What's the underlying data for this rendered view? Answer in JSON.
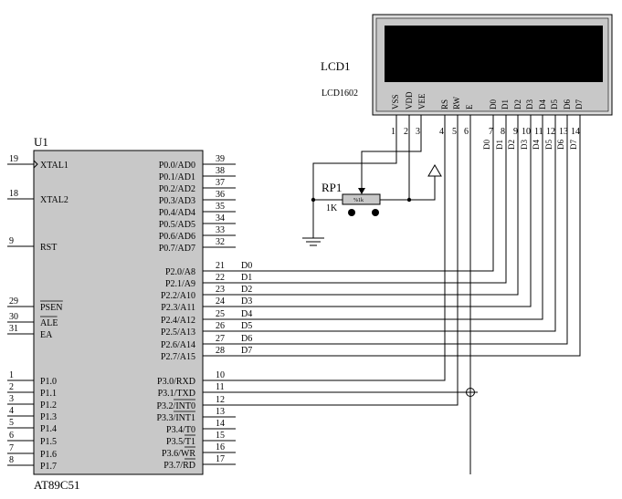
{
  "lcd": {
    "ref": "LCD1",
    "model": "LCD1602",
    "pin_names": [
      "VSS",
      "VDD",
      "VEE",
      "RS",
      "RW",
      "E",
      "D0",
      "D1",
      "D2",
      "D3",
      "D4",
      "D5",
      "D6",
      "D7"
    ],
    "pin_numbers": [
      "1",
      "2",
      "3",
      "4",
      "5",
      "6",
      "7",
      "8",
      "9",
      "10",
      "11",
      "12",
      "13",
      "14"
    ],
    "net_labels": [
      "D0",
      "D1",
      "D2",
      "D3",
      "D4",
      "D5",
      "D6",
      "D7"
    ]
  },
  "pot": {
    "ref": "RP1",
    "value": "1K",
    "body_text": "%1k"
  },
  "mcu": {
    "ref": "U1",
    "model": "AT89C51",
    "left_pins": [
      {
        "num": "19",
        "name": "XTAL1"
      },
      {
        "num": "18",
        "name": "XTAL2"
      },
      {
        "num": "9",
        "name": "RST"
      },
      {
        "num": "29",
        "name": "PSEN"
      },
      {
        "num": "30",
        "name": "ALE"
      },
      {
        "num": "31",
        "name": "EA"
      },
      {
        "num": "1",
        "name": "P1.0"
      },
      {
        "num": "2",
        "name": "P1.1"
      },
      {
        "num": "3",
        "name": "P1.2"
      },
      {
        "num": "4",
        "name": "P1.3"
      },
      {
        "num": "5",
        "name": "P1.4"
      },
      {
        "num": "6",
        "name": "P1.5"
      },
      {
        "num": "7",
        "name": "P1.6"
      },
      {
        "num": "8",
        "name": "P1.7"
      }
    ],
    "right_pins": [
      {
        "num": "39",
        "name": "P0.0/AD0"
      },
      {
        "num": "38",
        "name": "P0.1/AD1"
      },
      {
        "num": "37",
        "name": "P0.2/AD2"
      },
      {
        "num": "36",
        "name": "P0.3/AD3"
      },
      {
        "num": "35",
        "name": "P0.4/AD4"
      },
      {
        "num": "34",
        "name": "P0.5/AD5"
      },
      {
        "num": "33",
        "name": "P0.6/AD6"
      },
      {
        "num": "32",
        "name": "P0.7/AD7"
      },
      {
        "num": "21",
        "name": "P2.0/A8"
      },
      {
        "num": "22",
        "name": "P2.1/A9"
      },
      {
        "num": "23",
        "name": "P2.2/A10"
      },
      {
        "num": "24",
        "name": "P2.3/A11"
      },
      {
        "num": "25",
        "name": "P2.4/A12"
      },
      {
        "num": "26",
        "name": "P2.5/A13"
      },
      {
        "num": "27",
        "name": "P2.6/A14"
      },
      {
        "num": "28",
        "name": "P2.7/A15"
      },
      {
        "num": "10",
        "name": "P3.0/RXD"
      },
      {
        "num": "11",
        "name": "P3.1/TXD"
      },
      {
        "num": "12",
        "name": "P3.2/INT0"
      },
      {
        "num": "13",
        "name": "P3.3/INT1"
      },
      {
        "num": "14",
        "name": "P3.4/T0"
      },
      {
        "num": "15",
        "name": "P3.5/T1"
      },
      {
        "num": "16",
        "name": "P3.6/WR"
      },
      {
        "num": "17",
        "name": "P3.7/RD"
      }
    ],
    "bus_labels": [
      "D0",
      "D1",
      "D2",
      "D3",
      "D4",
      "D5",
      "D6",
      "D7"
    ]
  }
}
